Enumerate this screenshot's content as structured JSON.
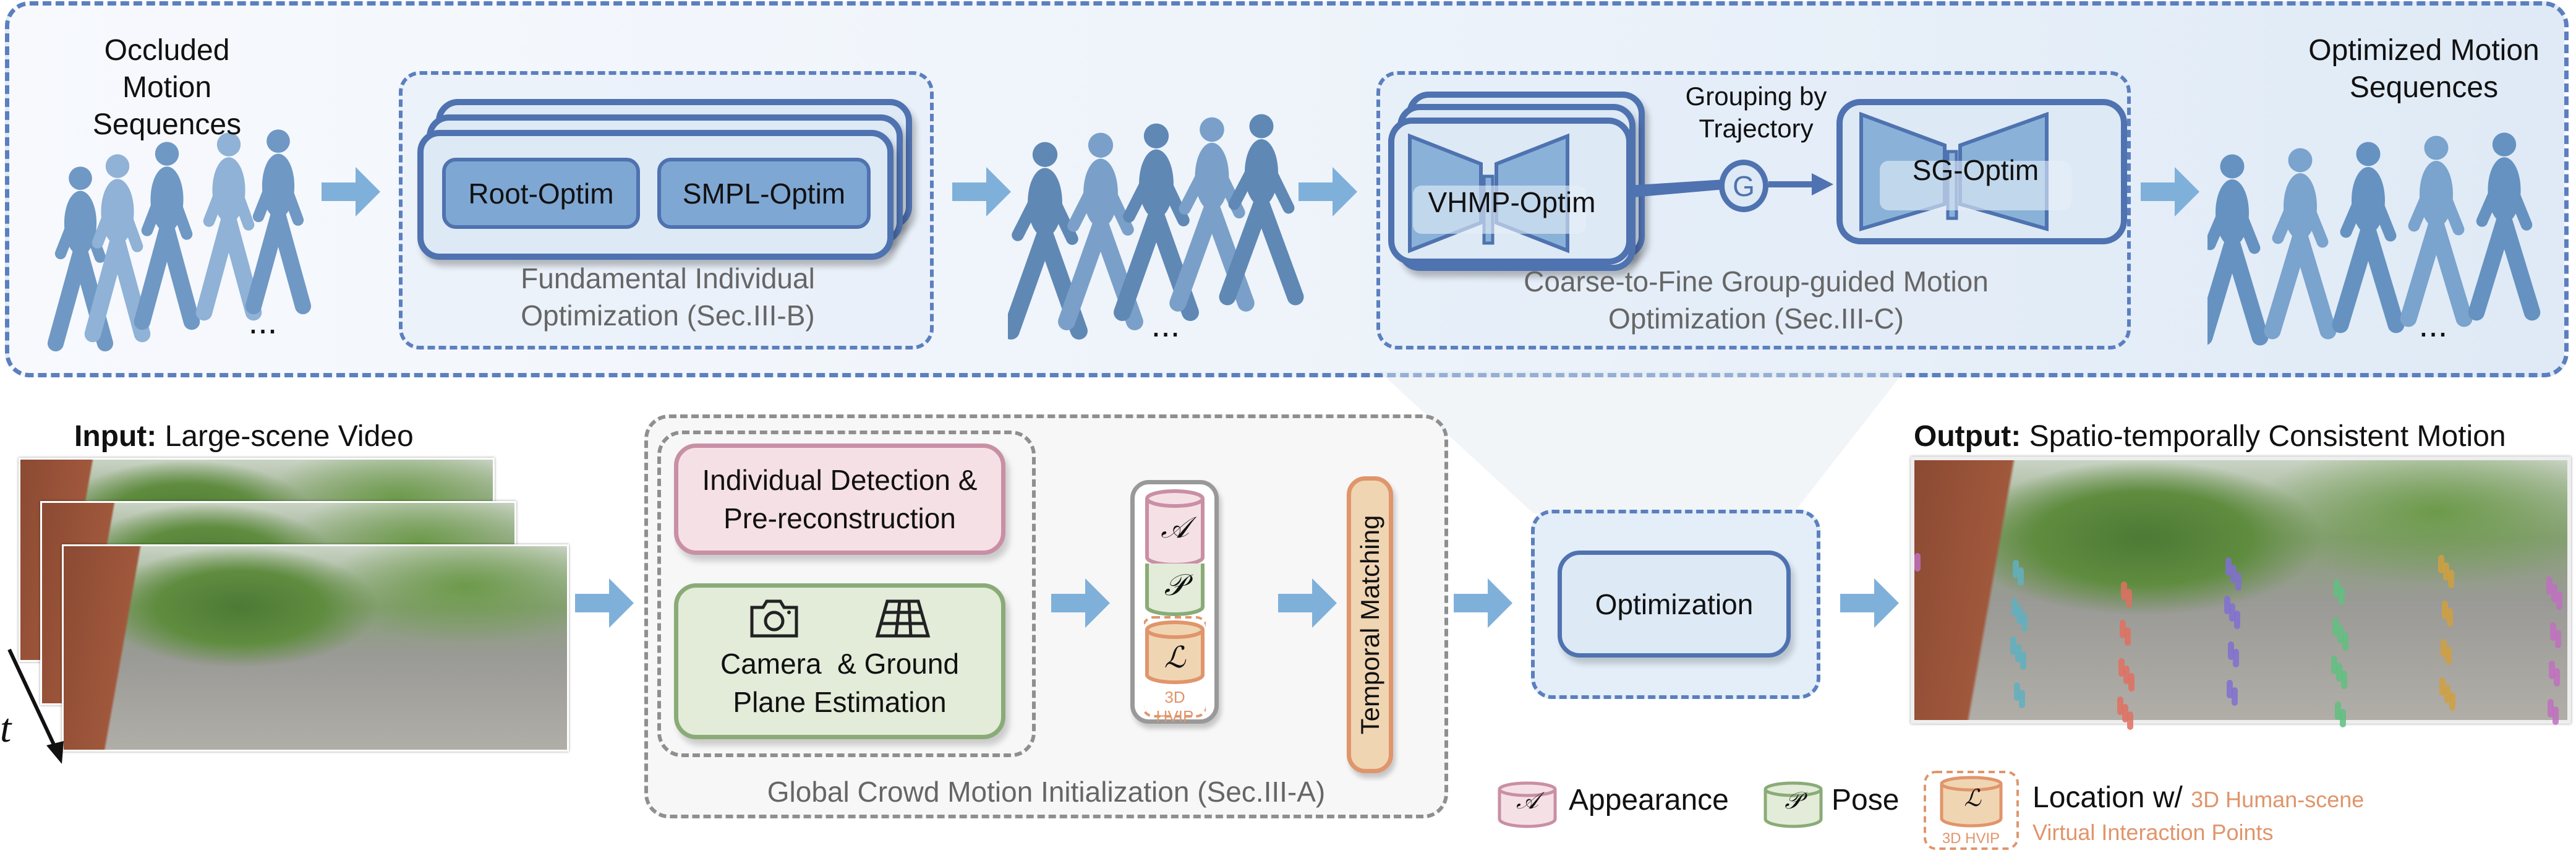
{
  "colors": {
    "blue_border": "#5b7fbf",
    "block_fill": "#7fa7d3",
    "appearance": "#c98fa5",
    "pose": "#8aab77",
    "location": "#e0956b",
    "arrow": "#7fb0da",
    "caption_gray": "#666666"
  },
  "top": {
    "input_label": [
      "Occluded Motion",
      "Sequences"
    ],
    "output_label": [
      "Optimized Motion",
      "Sequences"
    ],
    "ellipsis": "...",
    "stage1": {
      "blocks": [
        "Root-Optim",
        "SMPL-Optim"
      ],
      "caption": [
        "Fundamental Individual",
        "Optimization (Sec.III-B)"
      ]
    },
    "stage2": {
      "vhmp": "VHMP-Optim",
      "grouping": [
        "Grouping by",
        "Trajectory"
      ],
      "g": "G",
      "sg": "SG-Optim",
      "caption": [
        "Coarse-to-Fine Group-guided Motion",
        "Optimization (Sec.III-C)"
      ]
    }
  },
  "bottom": {
    "input": {
      "prefix": "Input:",
      "text": " Large-scene Video",
      "time_symbol": "t"
    },
    "init": {
      "detection": [
        "Individual Detection &",
        "Pre-reconstruction"
      ],
      "camera": [
        "Camera  & Ground",
        "Plane Estimation"
      ],
      "icons": [
        "camera-icon",
        "ground-grid-icon"
      ],
      "cylinders": [
        "𝒜",
        "𝒫",
        "ℒ"
      ],
      "hvip": "3D HVIP",
      "temporal": "Temporal Matching",
      "caption": "Global Crowd Motion Initialization (Sec.III-A)"
    },
    "optimization": "Optimization",
    "output": {
      "prefix": "Output:",
      "text": " Spatio-temporally Consistent Motion"
    },
    "legend": {
      "appearance_symbol": "𝒜",
      "appearance": "Appearance",
      "pose_symbol": "𝒫",
      "pose": "Pose",
      "location_symbol": "ℒ",
      "location_hvip": "3D HVIP",
      "location": "Location w/ ",
      "location_hl1": "3D Human-scene",
      "location_hl2": "Virtual Interaction Points"
    }
  }
}
